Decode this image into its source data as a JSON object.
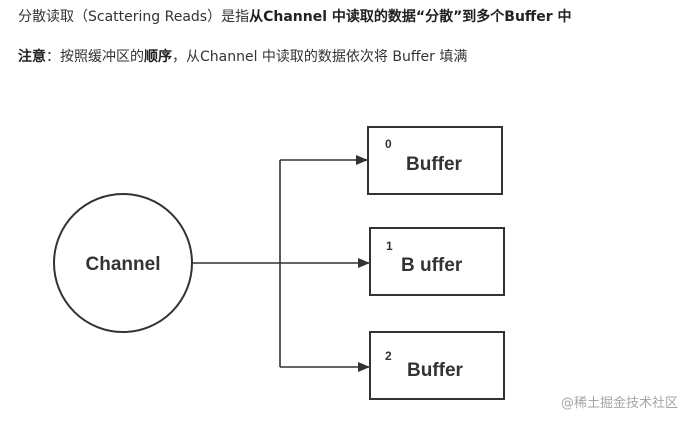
{
  "header": {
    "line1_prefix": "分散读取（Scattering Reads）是指",
    "line1_bold": "从Channel 中读取的数据“分散”到多个Buffer 中",
    "note_label": "注意",
    "note_mid": "：按照缓冲区的",
    "note_bold": "顺序",
    "note_suffix": "，从Channel 中读取的数据依次将 Buffer 填满"
  },
  "diagram": {
    "source_label": "Channel",
    "buffers": [
      {
        "index": "0",
        "label": "Buffer"
      },
      {
        "index": "1",
        "label": "B uffer"
      },
      {
        "index": "2",
        "label": "Buffer"
      }
    ]
  },
  "watermark": "@稀土掘金技术社区"
}
